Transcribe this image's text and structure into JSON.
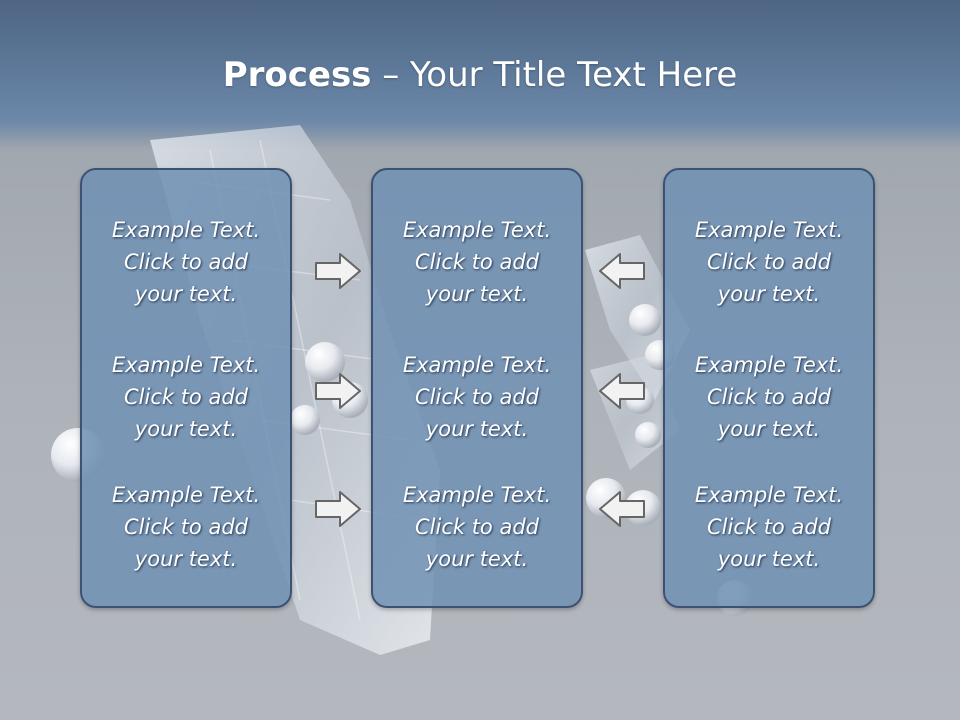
{
  "title": {
    "bold": "Process",
    "rest": " – Your Title Text Here"
  },
  "colors": {
    "title_band": "#5d7898",
    "panel_fill": "#7090b4",
    "panel_border": "#3d5272",
    "text": "#ffffff",
    "arrow_fill": "#f2f2f2",
    "arrow_stroke": "#666666"
  },
  "columns": [
    {
      "items": [
        {
          "l1": "Example Text.",
          "l2": "Click  to add",
          "l3": "your text."
        },
        {
          "l1": "Example Text.",
          "l2": "Click  to add",
          "l3": "your text."
        },
        {
          "l1": "Example Text.",
          "l2": "Click  to add",
          "l3": "your text."
        }
      ]
    },
    {
      "items": [
        {
          "l1": "Example Text.",
          "l2": "Click  to add",
          "l3": "your text."
        },
        {
          "l1": "Example Text.",
          "l2": "Click  to add",
          "l3": "your text."
        },
        {
          "l1": "Example Text.",
          "l2": "Click  to add",
          "l3": "your text."
        }
      ]
    },
    {
      "items": [
        {
          "l1": "Example Text.",
          "l2": "Click  to add",
          "l3": "your text."
        },
        {
          "l1": "Example Text.",
          "l2": "Click  to add",
          "l3": "your text."
        },
        {
          "l1": "Example Text.",
          "l2": "Click  to add",
          "l3": "your text."
        }
      ]
    }
  ],
  "icons": {
    "left_arrows": "arrow-right-icon",
    "right_arrows": "arrow-left-icon"
  }
}
